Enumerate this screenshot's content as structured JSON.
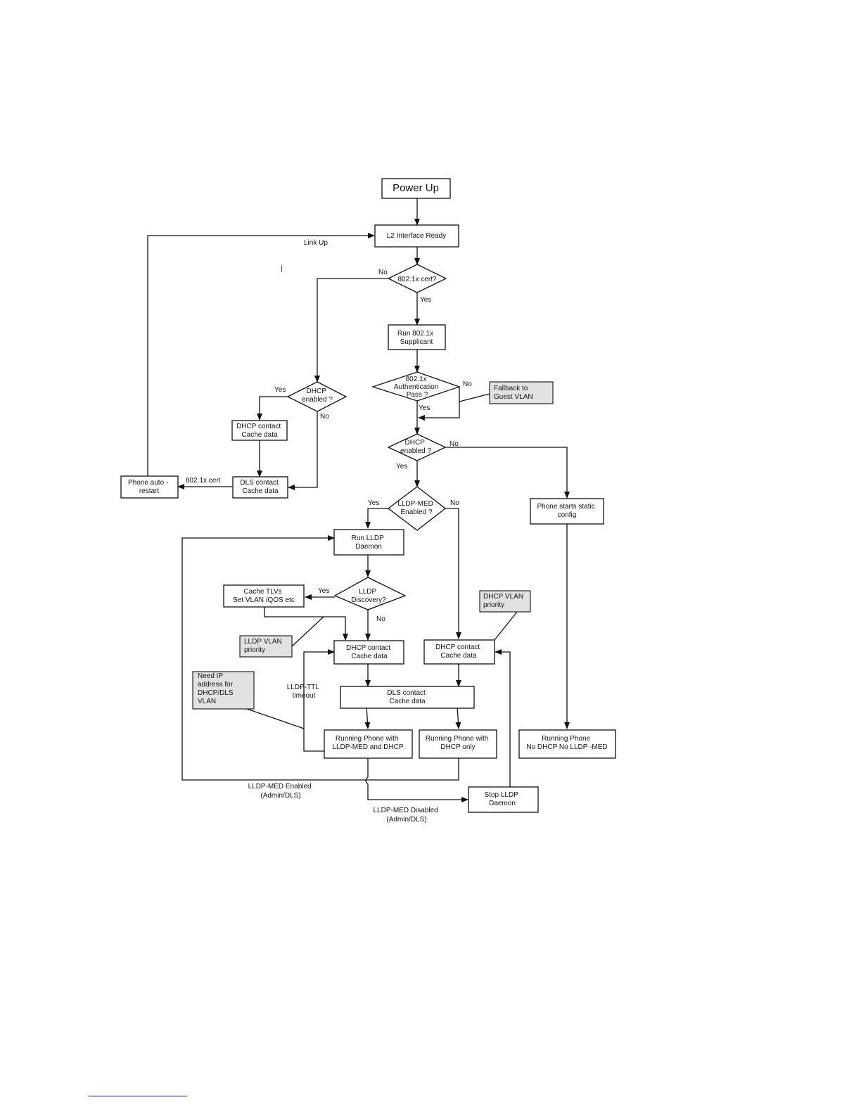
{
  "nodes": {
    "power_up": [
      "Power Up"
    ],
    "l2_ready": [
      "L2 Interface Ready"
    ],
    "cert_check": [
      "802.1x cert?"
    ],
    "run_supplicant": [
      "Run 802.1x",
      "Supplicant"
    ],
    "auth_pass": [
      "802.1x",
      "Authentication",
      "Pass ?"
    ],
    "fallback_guest": [
      "Fallback to",
      "Guest VLAN"
    ],
    "dhcp_enabled_left": [
      "DHCP",
      "enabled ?"
    ],
    "dhcp_contact_left": [
      "DHCP contact",
      "Cache data"
    ],
    "dls_contact_left": [
      "DLS contact",
      "Cache data"
    ],
    "phone_restart": [
      "Phone auto -",
      "restart"
    ],
    "dhcp_enabled_right": [
      "DHCP",
      "enabled ?"
    ],
    "lldp_med_enabled": [
      "LLDP-MED",
      "Enabled ?"
    ],
    "phone_static": [
      "Phone starts static",
      "config"
    ],
    "run_lldp": [
      "Run LLDP",
      "Daemon"
    ],
    "lldp_discovery": [
      "LLDP",
      "Discovery?"
    ],
    "cache_tlvs": [
      "Cache TLVs",
      "Set VLAN /QOS etc"
    ],
    "lldp_vlan_priority": [
      "LLDP VLAN",
      "priority"
    ],
    "dhcp_vlan_priority": [
      "DHCP VLAN",
      "priority"
    ],
    "dhcp_contact_mid": [
      "DHCP contact",
      "Cache data"
    ],
    "dhcp_contact_right": [
      "DHCP contact",
      "Cache data"
    ],
    "need_ip": [
      "Need IP",
      "address for",
      "DHCP/DLS",
      "VLAN"
    ],
    "dls_contact_mid": [
      "DLS contact",
      "Cache data"
    ],
    "running_lldp_dhcp": [
      "Running Phone with",
      "LLDP-MED and DHCP"
    ],
    "running_dhcp_only": [
      "Running Phone with",
      "DHCP only"
    ],
    "running_none": [
      "Running Phone",
      "No DHCP No LLDP -MED"
    ],
    "stop_lldp": [
      "Stop LLDP",
      "Daemon"
    ]
  },
  "labels": {
    "link_up": [
      "Link Up"
    ],
    "no_cert": [
      "No"
    ],
    "yes_cert": [
      "Yes"
    ],
    "no_auth": [
      "No"
    ],
    "yes_auth": [
      "Yes"
    ],
    "yes_dhcp_left": [
      "Yes"
    ],
    "no_dhcp_left": [
      "No"
    ],
    "cert_8021x": [
      "802.1x cert"
    ],
    "no_dhcp_right": [
      "No"
    ],
    "yes_dhcp_right": [
      "Yes"
    ],
    "yes_lldp_med": [
      "Yes"
    ],
    "no_lldp_med": [
      "No"
    ],
    "yes_discovery": [
      "Yes"
    ],
    "no_discovery": [
      "No"
    ],
    "ttl_timeout": [
      "LLDP-TTL",
      "timeout"
    ],
    "lldp_med_enabled_admin": [
      "LLDP-MED Enabled",
      "(Admin/DLS)"
    ],
    "lldp_med_disabled_admin": [
      "LLDP-MED Disabled",
      "(Admin/DLS)"
    ],
    "cursor_mark": [
      "|"
    ]
  }
}
